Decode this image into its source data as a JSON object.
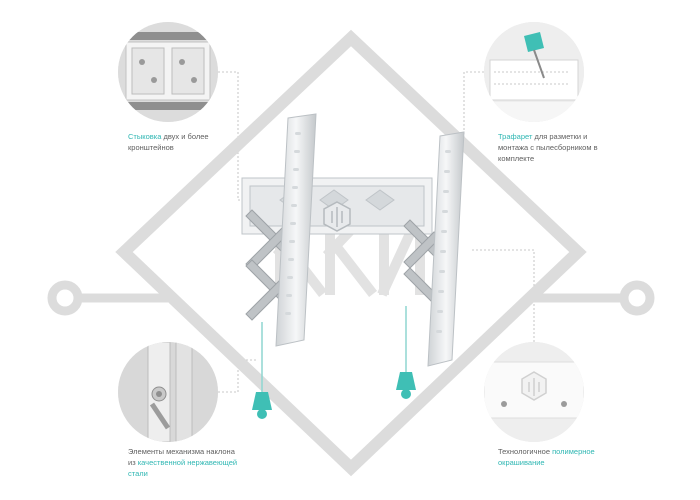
{
  "captions": {
    "top_left": {
      "accent": "Стыковка",
      "rest": " двух и более кронштейнов"
    },
    "top_right": {
      "accent": "Трафарет",
      "rest": " для разметки и монтажа с пылесборником в комплекте"
    },
    "bottom_left": {
      "lead": "Элементы механизма наклона из ",
      "accent": "качественной нержавеющей стали"
    },
    "bottom_right": {
      "lead": "Технологичное ",
      "accent": "полимерное",
      "rest": " окрашивание"
    }
  },
  "colors": {
    "accent": "#2fb7b3",
    "handle": "#3fbfb5",
    "text": "#5f5f5f",
    "circle_bg": "#e9e9e9",
    "watermark": "#d9d9d9"
  },
  "icons": {
    "watermark": "brand-logo-watermark",
    "bracket_logo": "brand-hexagon-logo"
  }
}
